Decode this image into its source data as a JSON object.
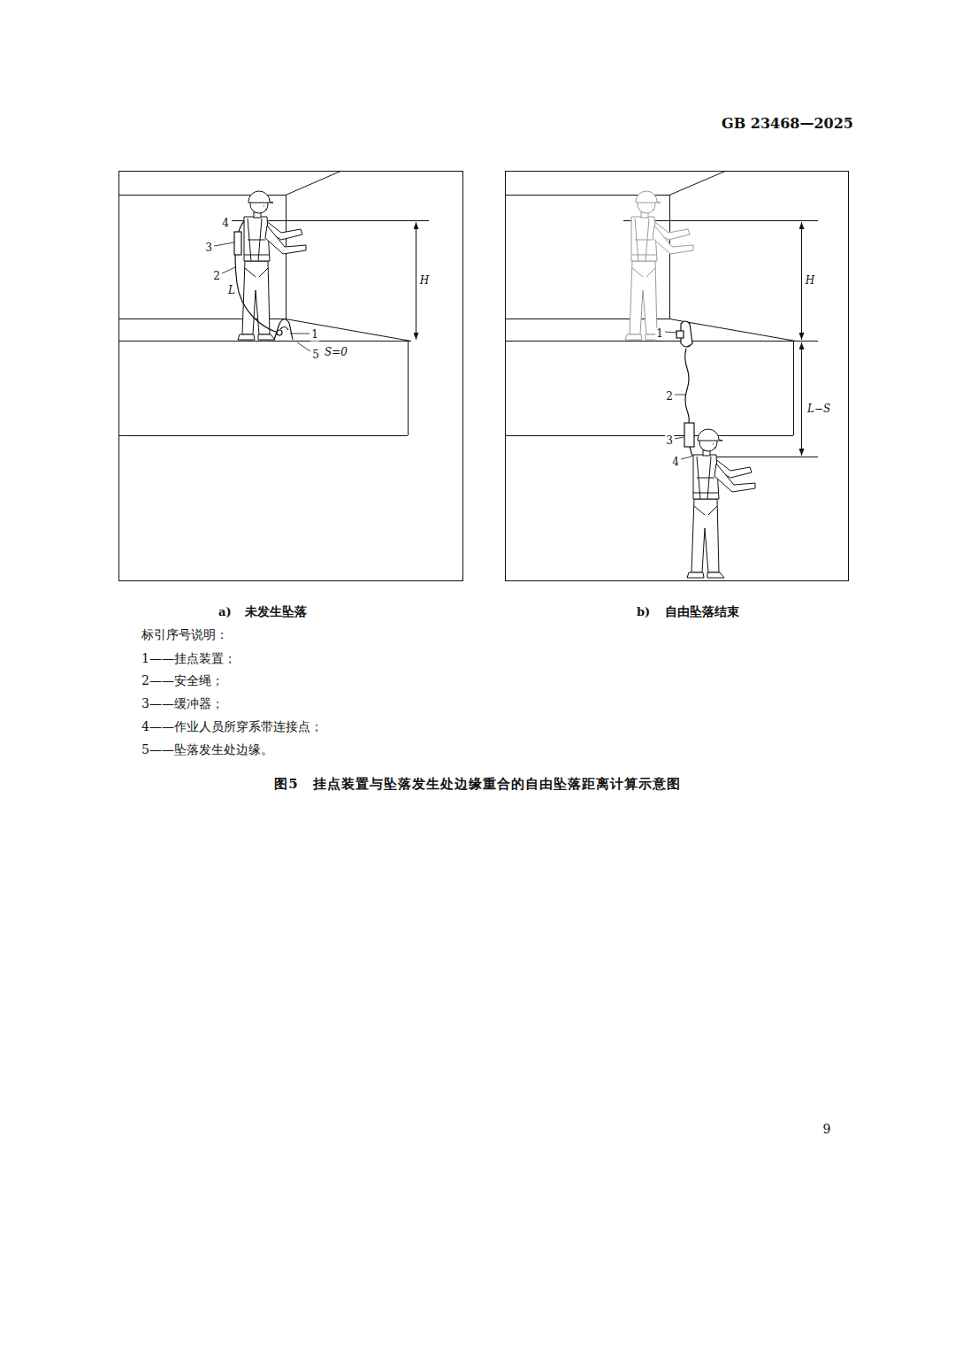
{
  "diagram": {
    "caption": "图5　挂点装置与坠落发生处边缘重合的自由坠落距离计算示意图",
    "labels": [
      "GB 23468—2025",
      "4",
      "3",
      "2",
      "L",
      "1",
      "5",
      "S=0",
      "H",
      "H",
      "1",
      "2",
      "L−S",
      "3",
      "4",
      "a)",
      "未发生坠落",
      "b)",
      "自由坠落结束",
      "标引序号说明：",
      "1——挂点装置；",
      "2——安全绳；",
      "3——缓冲器；",
      "4——作业人员所穿系带连接点；",
      "5——坠落发生处边缘。",
      "9"
    ]
  }
}
